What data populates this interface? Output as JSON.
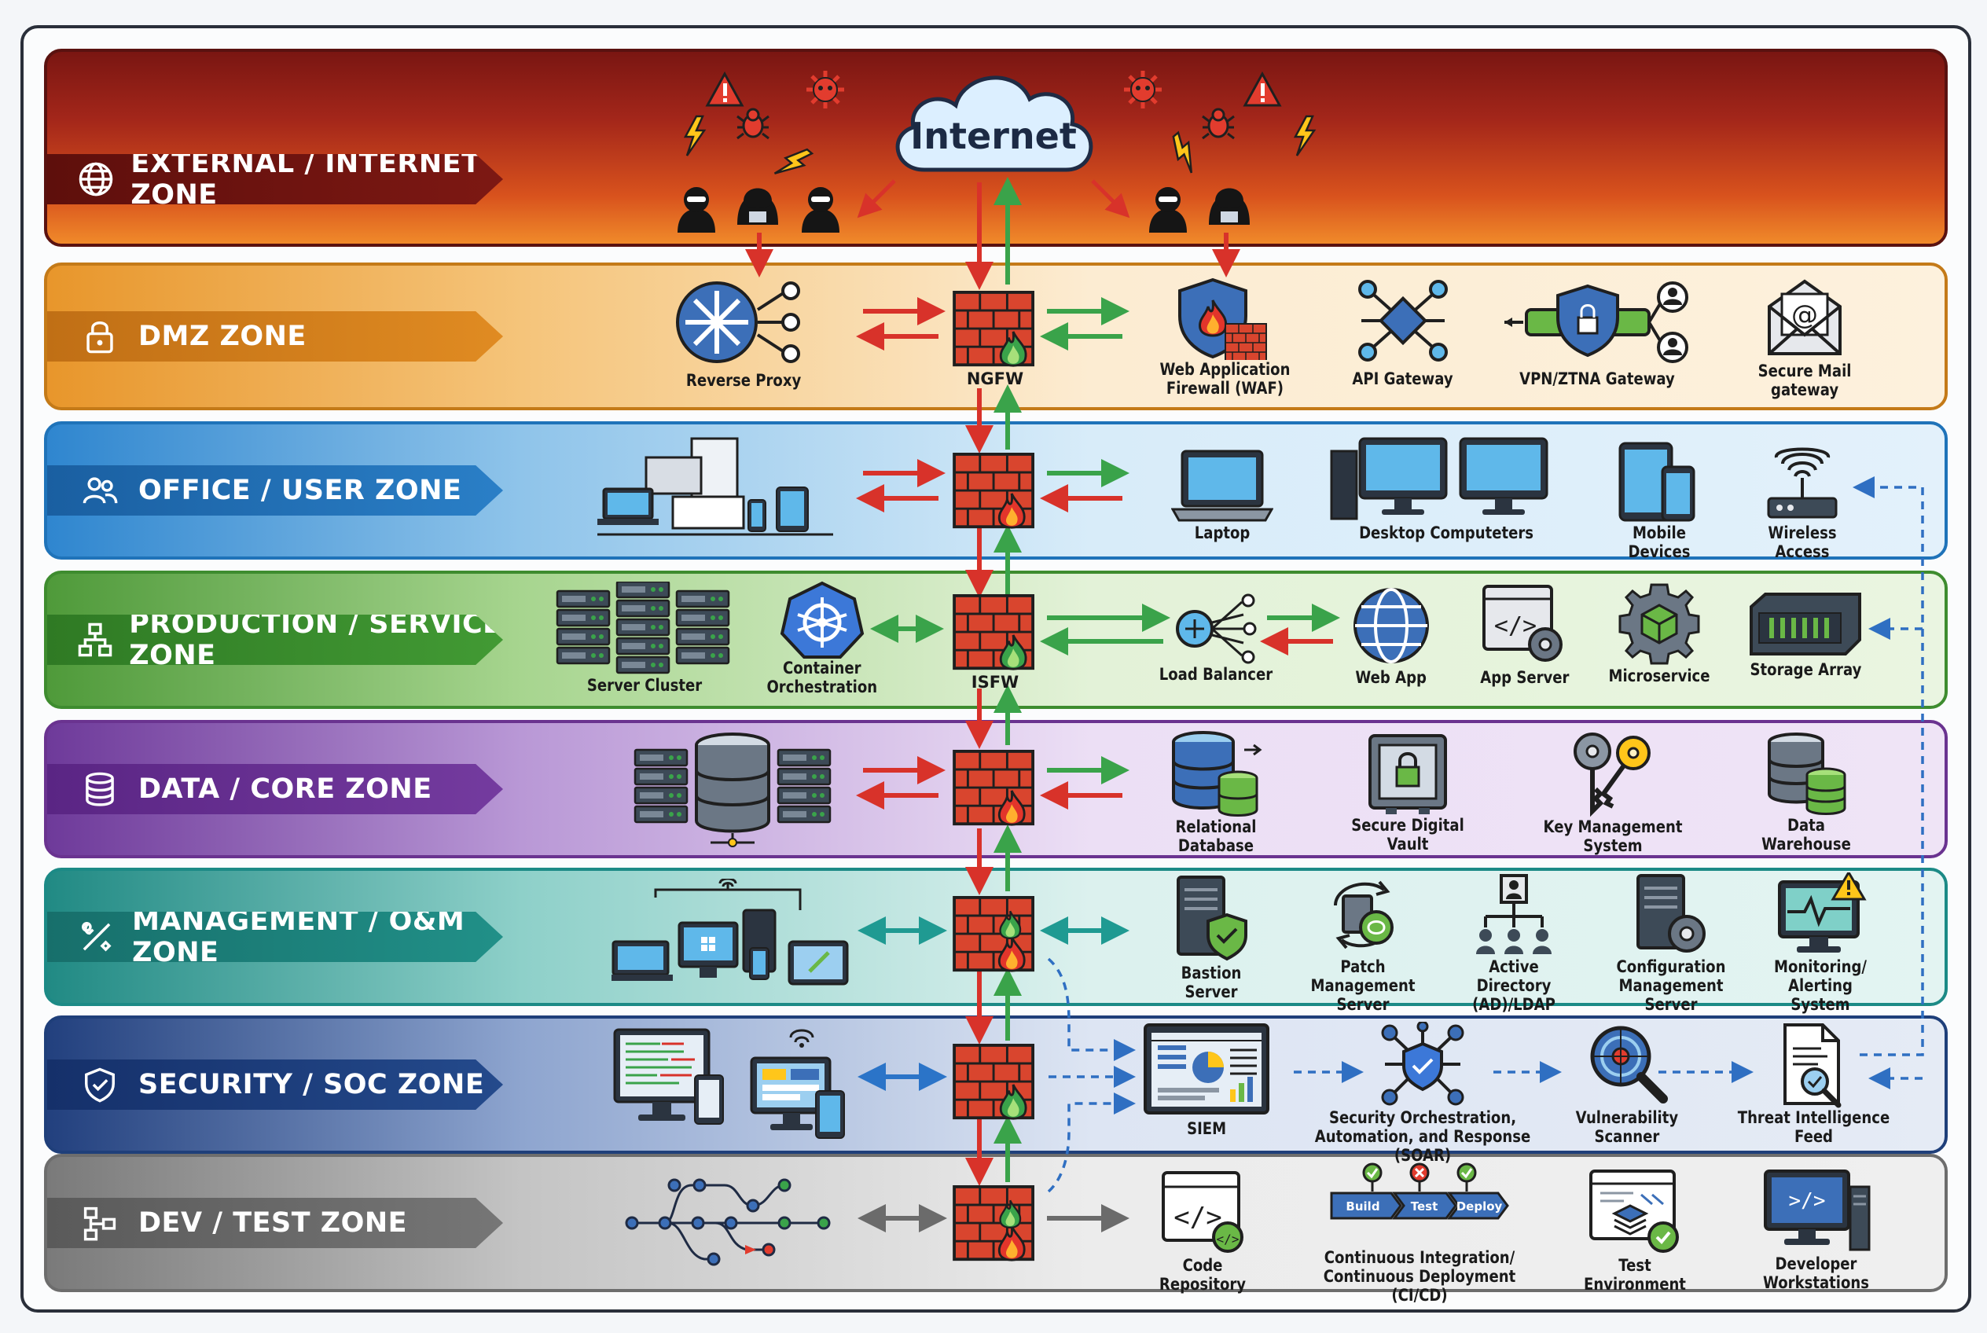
{
  "internet": {
    "label": "Internet"
  },
  "zones": [
    {
      "label": "EXTERNAL / INTERNET ZONE"
    },
    {
      "label": "DMZ ZONE"
    },
    {
      "label": "OFFICE / USER ZONE"
    },
    {
      "label": "PRODUCTION / SERVICE ZONE"
    },
    {
      "label": "DATA / CORE ZONE"
    },
    {
      "label": "MANAGEMENT / O&M ZONE"
    },
    {
      "label": "SECURITY / SOC ZONE"
    },
    {
      "label": "DEV / TEST ZONE"
    }
  ],
  "firewalls": {
    "ngfw": "NGFW",
    "isfw": "ISFW"
  },
  "dmz": {
    "reverse_proxy": "Reverse Proxy",
    "waf": "Web Application\nFirewall (WAF)",
    "api_gateway": "API Gateway",
    "vpn": "VPN/ZTNA Gateway",
    "mail": "Secure Mail\ngateway"
  },
  "office": {
    "laptop": "Laptop",
    "desktops": "Desktop Computeters",
    "mobile": "Mobile Devices",
    "wireless": "Wireless Access"
  },
  "production": {
    "server_cluster": "Server Cluster",
    "container": "Container\nOrchestration",
    "load_balancer": "Load Balancer",
    "web_app": "Web App",
    "app_server": "App Server",
    "microservice": "Microservice",
    "storage": "Storage Array"
  },
  "data": {
    "relational_db": "Relational Database",
    "vault": "Secure Digital Vault",
    "kms": "Key Management System",
    "warehouse": "Data Warehouse"
  },
  "management": {
    "bastion": "Bastion Server",
    "patch": "Patch Management\nServer",
    "ad": "Active Directory\n(AD)/LDAP",
    "config": "Configuration\nManagement Server",
    "monitoring": "Monitoring/\nAlerting System"
  },
  "security": {
    "siem": "SIEM",
    "soar": "Security Orchestration,\nAutomation, and Response (SOAR)",
    "vuln": "Vulnerability\nScanner",
    "threat": "Threat Intelligence\nFeed"
  },
  "dev": {
    "repo": "Code Repository",
    "cicd": "Continuous Integration/\nContinuous Deployment (CI/CD)",
    "test_env": "Test Environment",
    "workstations": "Developer\nWorkstations",
    "build": "Build",
    "test": "Test",
    "deploy": "Deploy"
  },
  "colors": {
    "arrow_red": "#d8322a",
    "arrow_green": "#3aa34a",
    "arrow_teal": "#1f9a92",
    "arrow_blue": "#2b74c8",
    "arrow_gray": "#6b6b6b",
    "firewall_brick": "#d9452e",
    "dashed_blue": "#2f6fc2"
  }
}
